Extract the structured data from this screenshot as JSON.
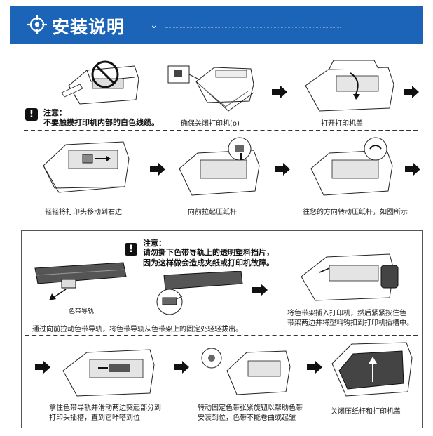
{
  "header": {
    "title": "安装说明",
    "chevron": "⌄",
    "bg_color": "#1b64b8",
    "icon": "crosshair-icon"
  },
  "section1": {
    "note_label": "注意：",
    "note_text": "不要触摸打印机内部的白色线缆。",
    "step2": "确保关闭打印机(o)",
    "step3": "打开打印机盖"
  },
  "section2": {
    "step4": "轻轻将打印头移动到右边",
    "step5": "向前拉起压纸杆",
    "step6": "往您的方向转动压纸杆，如图所示"
  },
  "section3": {
    "note_label": "注意：",
    "note_line1": "请勿撕下色带导轨上的透明塑料挡片，",
    "note_line2": "因为这样做会造成夹纸或打印机故障。",
    "guide_label": "色带导轨",
    "step7": "通过向前拉动色带导轨，将色带导轨从色带架上的固定处轻轻拔出。",
    "step8_line1": "将色带架插入打印机，然后紧紧按住色",
    "step8_line2": "带架两边并将塑料钩扣到打印机插槽中。"
  },
  "section4": {
    "step9_line1": "拿住色带导轨并滑动两边突起部分到",
    "step9_line2": "打印头插槽，直到它咔嗒到位",
    "step10_line1": "转动固定色带张紧旋钮以帮助色带",
    "step10_line2": "安装到位，色带不能卷曲或起皱",
    "step11": "关闭压纸杆和打印机盖"
  }
}
